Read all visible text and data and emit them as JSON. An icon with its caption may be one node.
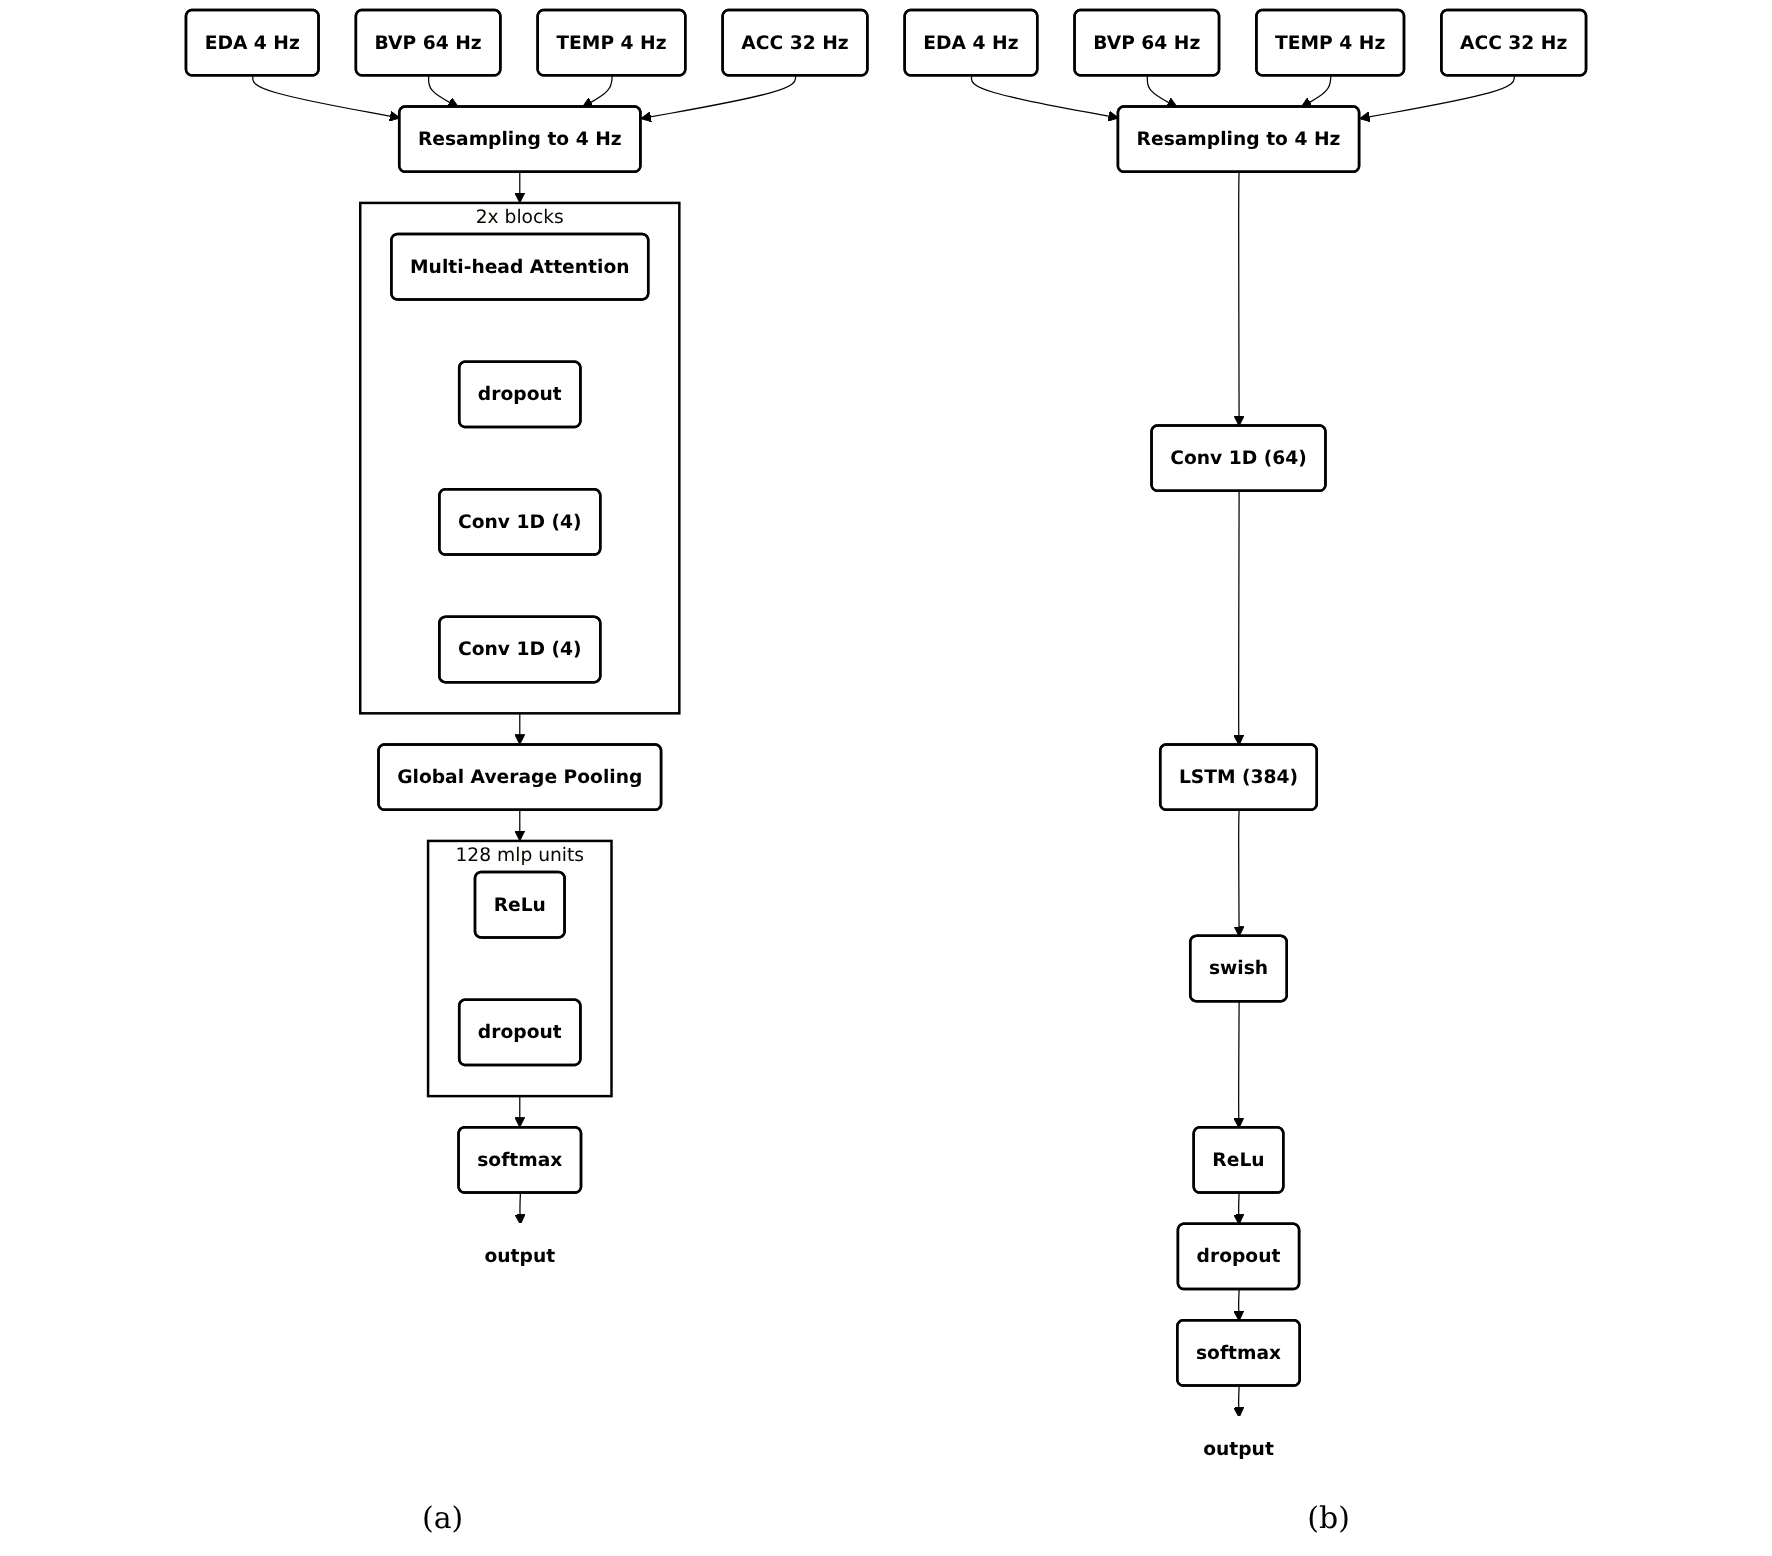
{
  "diagram": {
    "nodes": [
      {
        "text": [
          "EDA 4 Hz"
        ]
      },
      {
        "text": [
          "BVP 64 Hz"
        ]
      },
      {
        "text": [
          "TEMP 4 Hz"
        ]
      },
      {
        "text": [
          "ACC 32 Hz"
        ]
      },
      {
        "text": [
          "Resampling to 4 Hz"
        ]
      },
      {
        "text": [],
        "shape": "box",
        "beside": [
          "2x blocks"
        ]
      },
      {
        "text": [
          "Multi-head Attention"
        ],
        "in": 5
      },
      {
        "text": [
          "dropout"
        ],
        "in": 5
      },
      {
        "text": [
          "Conv 1D (4)"
        ],
        "in": 5
      },
      {
        "text": [
          "Conv 1D (4)"
        ],
        "in": 5
      },
      {
        "text": [
          "Global Average Pooling"
        ]
      },
      {
        "text": [],
        "shape": "box",
        "beside": [
          "128 mlp units"
        ]
      },
      {
        "text": [
          "ReLu"
        ],
        "in": 11
      },
      {
        "text": [
          "dropout"
        ],
        "in": 11
      },
      {
        "text": [
          "softmax"
        ]
      },
      {
        "text": [
          "output"
        ]
      },
      {
        "text": [
          "EDA 4 Hz"
        ]
      },
      {
        "text": [
          "BVP 64 Hz"
        ]
      },
      {
        "text": [
          "TEMP 4 Hz"
        ]
      },
      {
        "text": [
          "ACC 32 Hz"
        ]
      },
      {
        "text": [
          "Resampling to 4 Hz"
        ]
      },
      {
        "text": [
          "Conv 1D (64)"
        ]
      },
      {
        "text": [
          "LSTM (384)"
        ]
      },
      {
        "text": [
          "swish"
        ]
      },
      {
        "text": [
          "ReLu"
        ]
      },
      {
        "text": [
          "dropout"
        ]
      },
      {
        "text": [
          "softmax"
        ]
      },
      {
        "text": [
          "output"
        ]
      }
    ],
    "edges": [
      {
        "from": 0,
        "to": 4,
        "arrow": "to"
      },
      {
        "from": 1,
        "to": 4,
        "arrow": "to"
      },
      {
        "from": 2,
        "to": 4,
        "arrow": "to"
      },
      {
        "from": 3,
        "to": 4,
        "arrow": "to"
      },
      {
        "from": 4,
        "to": 5,
        "arrow": "to"
      },
      {
        "from": 5,
        "to": 10,
        "arrow": "to"
      },
      {
        "from": 10,
        "to": 11,
        "arrow": "to"
      },
      {
        "from": 11,
        "to": 14,
        "arrow": "to"
      },
      {
        "from": 14,
        "to": 15,
        "arrow": "to"
      },
      {
        "from": 16,
        "to": 20,
        "arrow": "to"
      },
      {
        "from": 17,
        "to": 20,
        "arrow": "to"
      },
      {
        "from": 18,
        "to": 20,
        "arrow": "to"
      },
      {
        "from": 19,
        "to": 20,
        "arrow": "to"
      },
      {
        "from": 20,
        "to": 21,
        "arrow": "to"
      },
      {
        "from": 21,
        "to": 22,
        "arrow": "to"
      },
      {
        "from": 22,
        "to": 23,
        "arrow": "to"
      },
      {
        "from": 23,
        "to": 24,
        "arrow": "to"
      },
      {
        "from": 24,
        "to": 25,
        "arrow": "to"
      },
      {
        "from": 25,
        "to": 26,
        "arrow": "to"
      },
      {
        "from": 26,
        "to": 27,
        "arrow": "to"
      }
    ],
    "labels": [
      "(a)",
      "(b)"
    ]
  }
}
